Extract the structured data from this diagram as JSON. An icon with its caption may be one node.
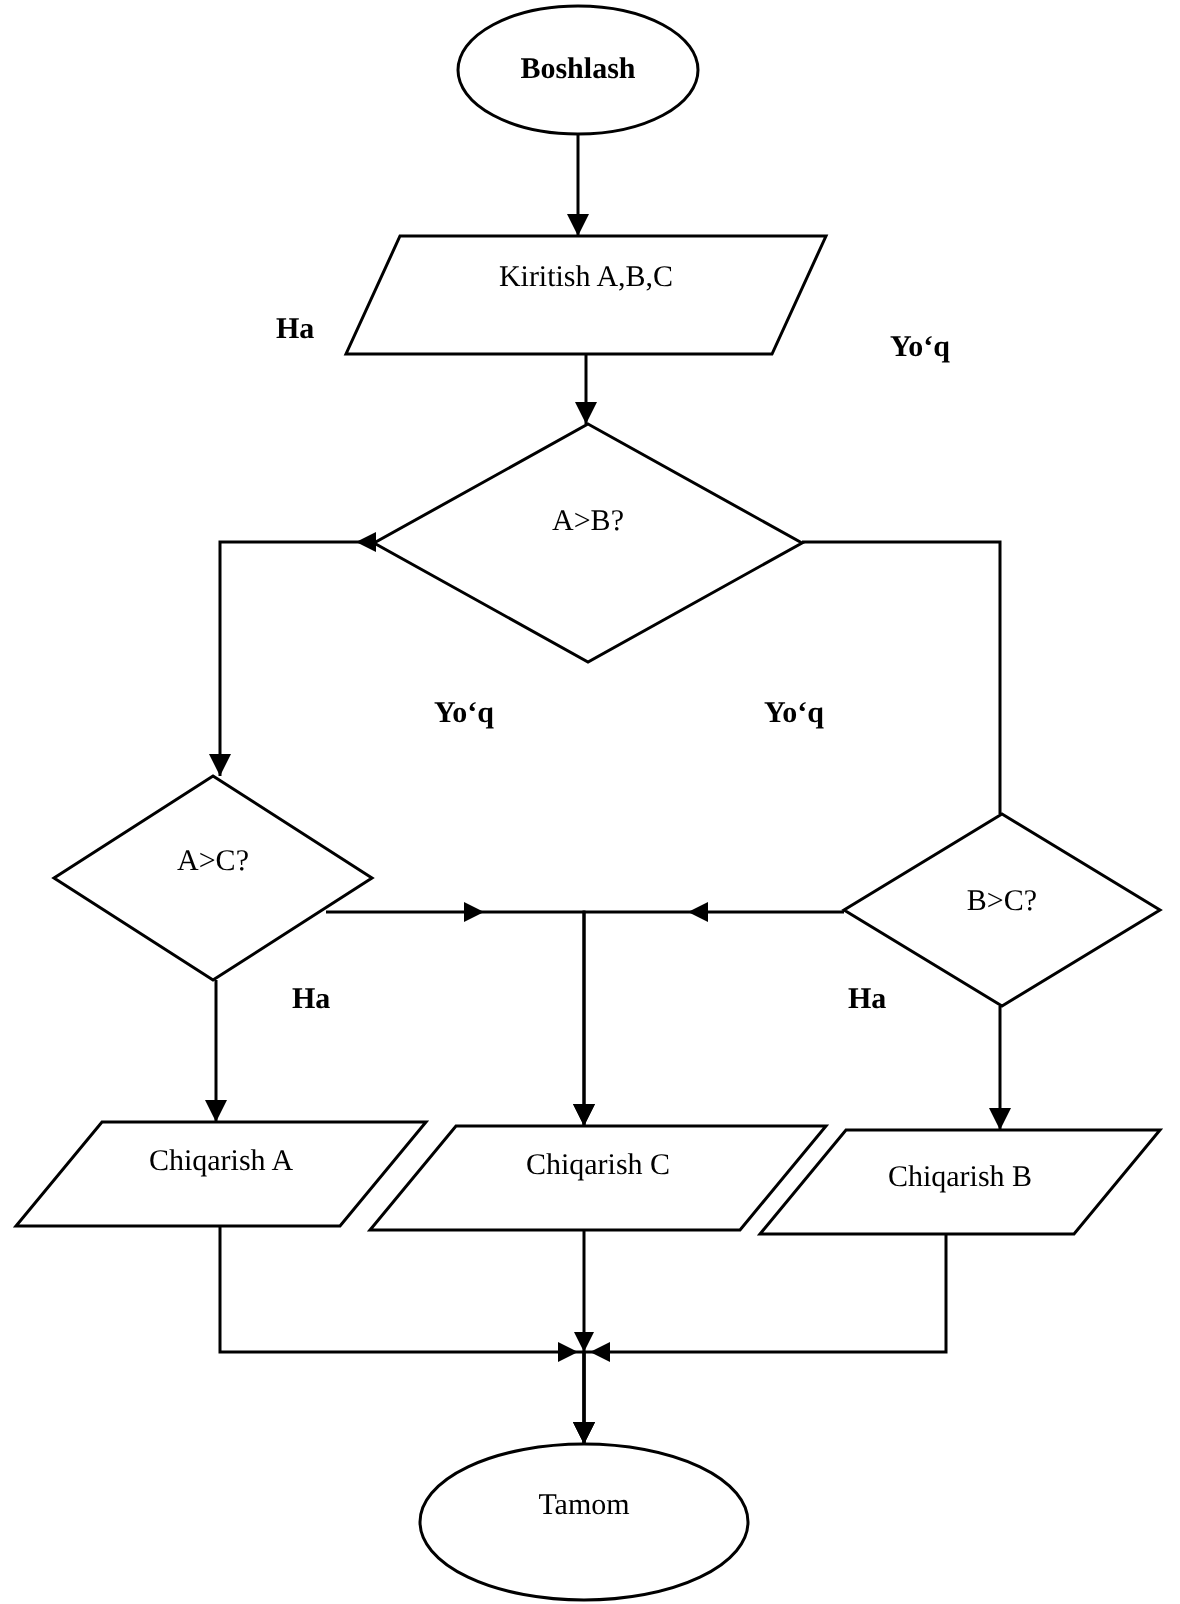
{
  "diagram": {
    "nodes": [
      {
        "text": [
          "Boshlash"
        ]
      },
      {
        "text": [
          "Kiritish A,B,C"
        ]
      },
      {
        "text": [
          "A>B?"
        ]
      },
      {
        "text": [
          "A>C?"
        ]
      },
      {
        "text": [
          "B>C?"
        ]
      },
      {
        "text": [
          "Chiqarish A"
        ]
      },
      {
        "text": [
          "Chiqarish C"
        ]
      },
      {
        "text": [
          "Chiqarish B"
        ]
      },
      {
        "text": [
          "Tamom"
        ]
      }
    ],
    "edges": [
      {
        "from": 0,
        "to": 1,
        "arrow": "to"
      },
      {
        "from": 1,
        "to": 2,
        "arrow": "to"
      },
      {
        "from": 2,
        "to": 3,
        "arrow": "to"
      },
      {
        "from": 2,
        "to": 4,
        "arrow": "none"
      },
      {
        "from": 3,
        "to": 5,
        "arrow": "to"
      },
      {
        "from": 3,
        "to": 6,
        "arrow": "to"
      },
      {
        "from": 4,
        "to": 6,
        "arrow": "to"
      },
      {
        "from": 4,
        "to": 7,
        "arrow": "to"
      },
      {
        "from": 5,
        "to": 8,
        "arrow": "to"
      },
      {
        "from": 6,
        "to": 8,
        "arrow": "to"
      },
      {
        "from": 7,
        "to": 8,
        "arrow": "to"
      }
    ],
    "labels": [
      "Ha",
      "Yo‘q",
      "Yo‘q",
      "Yo‘q",
      "Ha",
      "Ha"
    ]
  }
}
